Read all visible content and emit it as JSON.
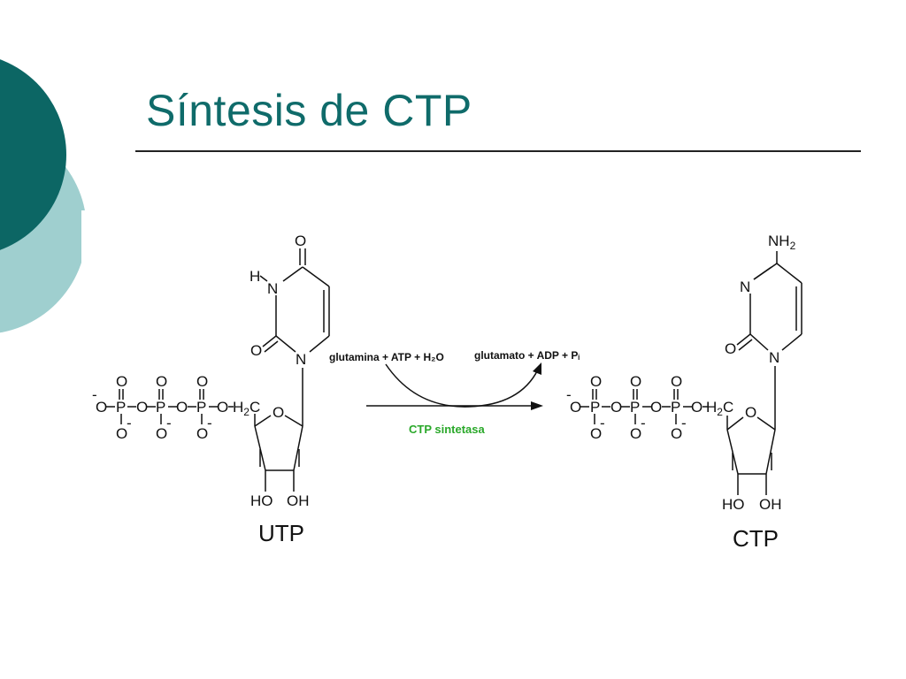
{
  "slide": {
    "title": "Síntesis de CTP",
    "title_color": "#0f6b6a",
    "accent_dark": "#0c6664",
    "accent_light": "#9fcfcf"
  },
  "reaction": {
    "reactant_name": "UTP",
    "product_name": "CTP",
    "cosubstrates": "glutamina + ATP + H₂O",
    "coproducts": "glutamato + ADP + Pᵢ",
    "enzyme": "CTP sintetasa",
    "enzyme_color": "#2aa82a"
  },
  "utp": {
    "carbonyl_top": "O",
    "n3": "N",
    "n3_h": "H",
    "carbonyl_c2": "O",
    "n1": "N",
    "ribose_o": "O",
    "ho_2": "HO",
    "oh_3": "OH",
    "ch2": "H",
    "ch2_sub": "2",
    "ch2_c": "C"
  },
  "ctp": {
    "amine": "NH",
    "amine_sub": "2",
    "n3": "N",
    "carbonyl_c2": "O",
    "n1": "N",
    "ribose_o": "O",
    "ho_2": "HO",
    "oh_3": "OH",
    "ch2": "H",
    "ch2_sub": "2",
    "ch2_c": "C"
  },
  "phosphate": {
    "P": "P",
    "O": "O",
    "charge": "-"
  }
}
